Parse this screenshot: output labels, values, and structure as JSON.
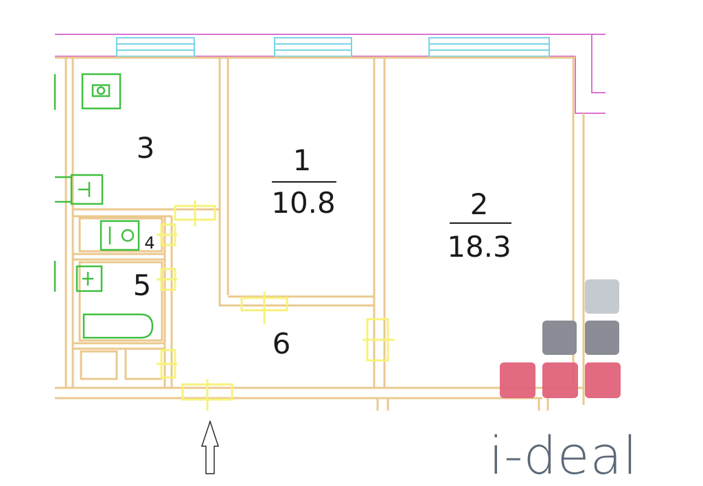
{
  "plan": {
    "rooms": [
      {
        "id": "1",
        "number": "1",
        "area": "10.8"
      },
      {
        "id": "2",
        "number": "2",
        "area": "18.3"
      },
      {
        "id": "3",
        "number": "3"
      },
      {
        "id": "4",
        "number": "4"
      },
      {
        "id": "5",
        "number": "5"
      },
      {
        "id": "6",
        "number": "6"
      }
    ]
  },
  "logo": {
    "text": "i-deal",
    "colors": {
      "light": "#c5cad1",
      "mid": "#8a8d96",
      "accent": "#e06078",
      "text": "#5b6878"
    }
  },
  "colors": {
    "wall": "#ebc88e",
    "outer_wall": "#d873d0",
    "window": "#79d3e6",
    "fixture": "#3fbf3f",
    "door": "#f6f27a"
  }
}
